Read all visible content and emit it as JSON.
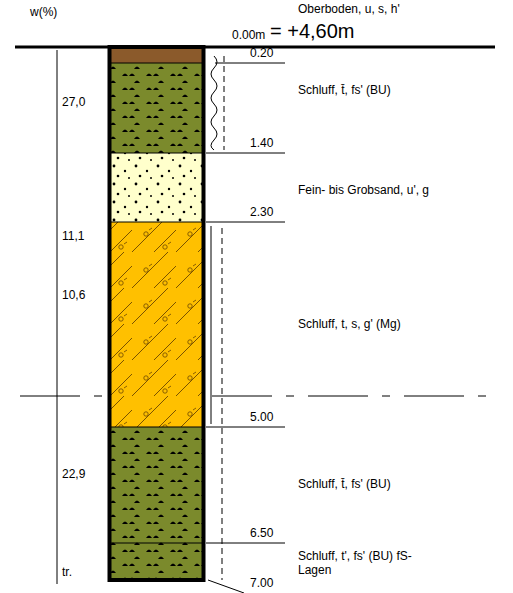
{
  "diagram": {
    "labels": [
      "w(%)",
      "0.00m",
      "= +4,60m",
      "Oberboden, u, s, h'",
      "0.20",
      "27,0",
      "Schluff, t̄, fs' (BU)",
      "1.40",
      "Fein- bis Grobsand, u', g",
      "2.30",
      "11,1",
      "10,6",
      "Schluff, t, s, g' (Mg)",
      "5.00",
      "22,9",
      "Schluff, t̄, fs' (BU)",
      "6.50",
      "tr.",
      "Schluff, t', fs' (BU) fS-Lagen",
      "7.00"
    ]
  }
}
